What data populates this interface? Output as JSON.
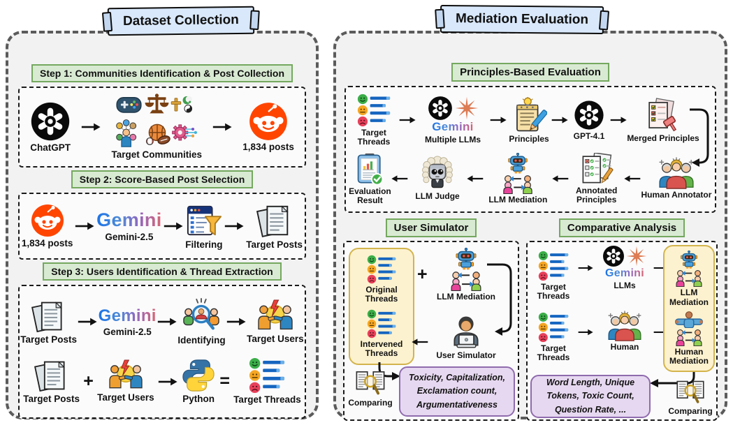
{
  "colors": {
    "panel_bg": "#f2f2f3",
    "panel_border": "#5b5b5b",
    "ribbon_bg": "#d9e8fb",
    "header_green_bg": "#d9ead3",
    "header_green_border": "#74a85e",
    "yellow_box_bg": "#fdf2cf",
    "yellow_box_border": "#d3b44c",
    "purple_box_bg": "#e6d8f0",
    "purple_box_border": "#8f6bad",
    "reddit_orange": "#ff4500",
    "claude_orange": "#dd7b53",
    "gemini_gradient": [
      "#1a73e8",
      "#9168c0",
      "#d96570"
    ]
  },
  "brand": {
    "gemini_wordmark": "Gemini"
  },
  "ops": {
    "plus": "+",
    "equals": "="
  },
  "icons": [
    "chatgpt-icon",
    "reddit-icon",
    "communities-cluster-icon",
    "threads-icon",
    "documents-icon",
    "filter-icon",
    "identify-icon",
    "target-users-icon",
    "python-icon",
    "claude-star-icon",
    "gemini-sparkle-icon",
    "principles-notepad-icon",
    "merged-principles-icon",
    "evaluation-result-icon",
    "llm-judge-icon",
    "robot-icon",
    "people-pair-icon",
    "annotated-principles-icon",
    "human-group-icon",
    "user-simulator-icon",
    "comparing-icon",
    "human-mediator-icon",
    "arrow-icon"
  ],
  "dataset": {
    "title": "Dataset Collection",
    "step1": {
      "header": "Step 1: Communities Identification & Post Collection",
      "chatgpt_label": "ChatGPT",
      "communities_label": "Target Communities",
      "posts_label": "1,834 posts"
    },
    "step2": {
      "header": "Step 2: Score-Based Post Selection",
      "posts_label": "1,834 posts",
      "model_label": "Gemini-2.5",
      "filter_label": "Filtering",
      "target_posts_label": "Target Posts"
    },
    "step3": {
      "header": "Step 3: Users Identification & Thread Extraction",
      "row1": {
        "target_posts_label": "Target Posts",
        "model_label": "Gemini-2.5",
        "identifying_label": "Identifying",
        "target_users_label": "Target Users"
      },
      "row2": {
        "target_posts_label": "Target Posts",
        "target_users_label": "Target Users",
        "python_label": "Python",
        "target_threads_label": "Target Threads"
      }
    }
  },
  "evaluation": {
    "title": "Mediation Evaluation",
    "principles": {
      "header": "Principles-Based Evaluation",
      "target_threads_label": "Target Threads",
      "multiple_llms_label": "Multiple LLMs",
      "principles_label": "Principles",
      "gpt_label": "GPT-4.1",
      "merged_label": "Merged Principles",
      "eval_result_label": "Evaluation Result",
      "llm_judge_label": "LLM Judge",
      "llm_mediation_label": "LLM Mediation",
      "annotated_label": "Annotated Principles",
      "human_annotator_label": "Human Annotator"
    },
    "user_simulator": {
      "header": "User Simulator",
      "original_label": "Original Threads",
      "intervened_label": "Intervened Threads",
      "llm_mediation_label": "LLM Mediation",
      "simulator_label": "User Simulator",
      "comparing_label": "Comparing",
      "metrics": "Toxicity, Capitalization, Exclamation count, Argumentativeness"
    },
    "comparative": {
      "header": "Comparative Analysis",
      "target_threads_label_1": "Target Threads",
      "llms_label": "LLMs",
      "target_threads_label_2": "Target Threads",
      "human_label": "Human",
      "llm_mediation_label": "LLM Mediation",
      "human_mediation_label": "Human Mediation",
      "comparing_label": "Comparing",
      "metrics": "Word Length, Unique Tokens, Toxic Count, Question Rate, ..."
    }
  }
}
